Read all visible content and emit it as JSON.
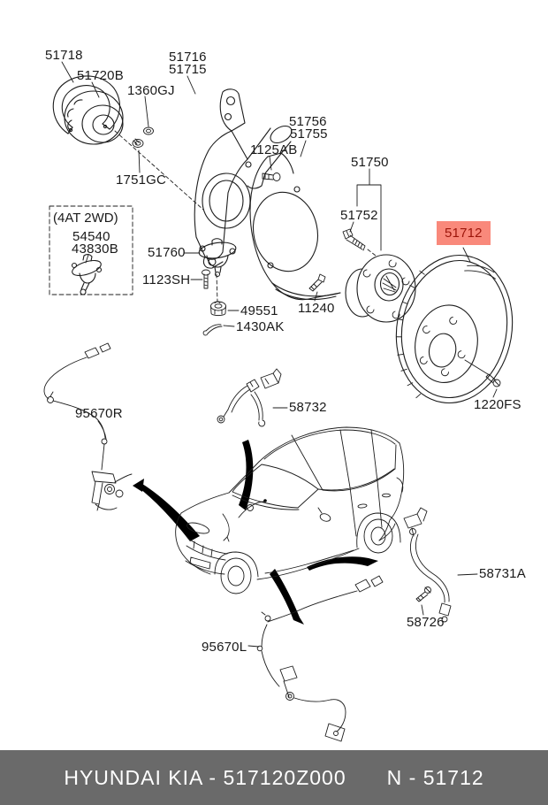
{
  "diagram": {
    "parts": {
      "p51718": "51718",
      "p51720B": "51720B",
      "p1360GJ": "1360GJ",
      "p51716": "51716",
      "p51715": "51715",
      "p1751GC": "1751GC",
      "p1125AB": "1125AB",
      "p51756": "51756",
      "p51755": "51755",
      "p51750": "51750",
      "p51752": "51752",
      "p51712": "51712",
      "p4at2wd": "(4AT 2WD)",
      "p54540": "54540",
      "p43830B": "43830B",
      "p51760": "51760",
      "p1123SH": "1123SH",
      "p49551": "49551",
      "p1430AK": "1430AK",
      "p11240": "11240",
      "p1220FS": "1220FS",
      "p95670R": "95670R",
      "p58732": "58732",
      "p58731A": "58731A",
      "p58726": "58726",
      "p95670L": "95670L"
    },
    "highlighted_part": "51712"
  },
  "footer": {
    "catalog_code": "HYUNDAI  KIA - 517120Z000",
    "part_ref": "N - 51712"
  },
  "colors": {
    "highlight_bg": "#f9897b",
    "highlight_text": "#9c150a",
    "footer_bg": "#6a6a6a",
    "footer_text": "#ffffff",
    "line_color": "#1c1c1c"
  }
}
